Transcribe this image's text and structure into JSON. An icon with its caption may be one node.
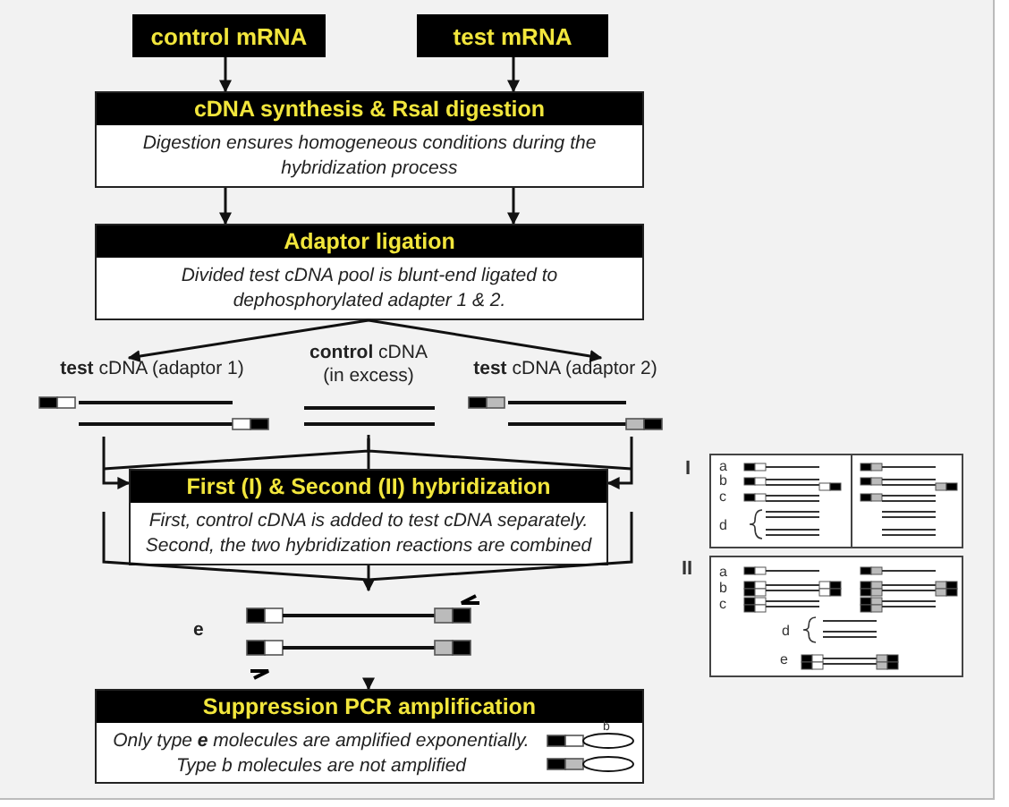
{
  "diagram": {
    "nodes": [
      {
        "text": [
          "control mRNA"
        ]
      },
      {
        "text": [
          "test mRNA"
        ]
      },
      {
        "text": [
          "cDNA synthesis & RsaI digestion",
          "Digestion ensures homogeneous conditions during the hybridization process"
        ]
      },
      {
        "text": [
          "Adaptor ligation",
          "Divided test cDNA pool is blunt-end ligated to dephosphorylated adapter 1 & 2."
        ]
      },
      {
        "text": [
          "**test** cDNA (adaptor 1)"
        ]
      },
      {
        "text": [
          "**control** cDNA (in excess)"
        ]
      },
      {
        "text": [
          "**test** cDNA (adaptor 2)"
        ]
      },
      {
        "text": [
          "First (I) & Second (II) hybridization",
          "First, control cDNA is added to test cDNA separately. Second, the two hybridization reactions are combined"
        ]
      },
      {
        "text": [
          "e"
        ]
      },
      {
        "text": [
          "Suppression PCR amplification",
          "Only type **e** molecules are amplified exponentially. Type b molecules are not amplified"
        ]
      }
    ],
    "edges": [
      {
        "from": 0,
        "to": 2,
        "arrow": "to"
      },
      {
        "from": 1,
        "to": 2,
        "arrow": "to"
      },
      {
        "from": 2,
        "to": 3,
        "arrow": "to"
      },
      {
        "from": 2,
        "to": 3,
        "arrow": "to"
      },
      {
        "from": 3,
        "to": 4,
        "arrow": "to"
      },
      {
        "from": 3,
        "to": 6,
        "arrow": "to"
      },
      {
        "from": 4,
        "to": 7,
        "arrow": "to"
      },
      {
        "from": 5,
        "to": 7,
        "arrow": "none"
      },
      {
        "from": 6,
        "to": 7,
        "arrow": "to"
      },
      {
        "from": 7,
        "to": 8,
        "arrow": "to"
      },
      {
        "from": 8,
        "to": 9,
        "arrow": "to"
      }
    ],
    "labels": [
      "I",
      "a",
      "b",
      "c",
      "d",
      "II",
      "a",
      "b",
      "c",
      "d",
      "e",
      "b"
    ]
  }
}
